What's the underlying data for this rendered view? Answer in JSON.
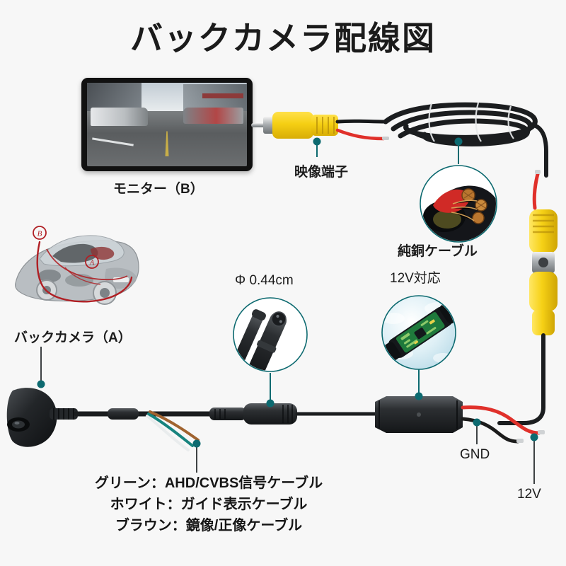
{
  "page": {
    "title": "バックカメラ配線図",
    "background_color": "#f7f7f7",
    "accent_color": "#0d6a70"
  },
  "labels": {
    "monitor": "モニター（B）",
    "video_terminal": "映像端子",
    "copper_cable": "純銅ケーブル",
    "diameter": "Φ 0.44cm",
    "voltage_support": "12V対応",
    "back_camera": "バックカメラ（A）",
    "gnd": "GND",
    "v12": "12V"
  },
  "legend": {
    "lines": [
      "グリーン：AHD/CVBS信号ケーブル",
      "ホワイト：ガイド表示ケーブル",
      "ブラウン：鏡像/正像ケーブル"
    ]
  },
  "wires": {
    "green_color": "#17837e",
    "white_color": "#e9eced",
    "brown_color": "#a0632f",
    "power_positive_color": "#e0302a",
    "power_negative_color": "#1b1b1b"
  },
  "markers": {
    "car_route_b": "B",
    "car_route_a": "A"
  },
  "detail_circles": [
    {
      "name": "copper-cable-detail",
      "caption": "純銅ケーブル"
    },
    {
      "name": "connector-diameter-detail",
      "caption": "Φ 0.44cm"
    },
    {
      "name": "control-box-detail",
      "caption": "12V対応"
    }
  ]
}
